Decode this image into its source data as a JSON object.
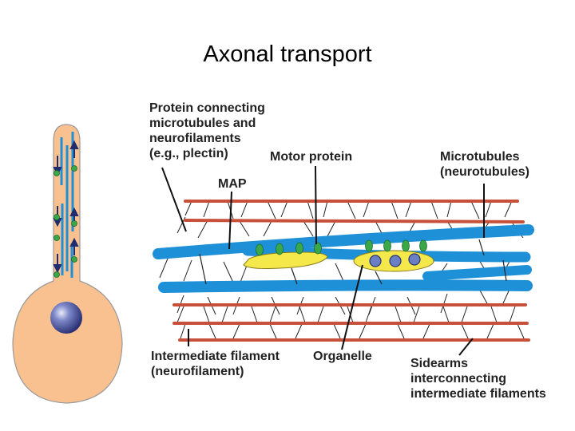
{
  "title": "Axonal transport",
  "labels": {
    "protein_connecting": "Protein connecting\nmicrotubules and\nneurofilaments\n(e.g., plectin)",
    "motor_protein": "Motor protein",
    "microtubules": "Microtubules\n(neurotubules)",
    "map": "MAP",
    "intermediate_filament": "Intermediate filament\n(neurofilament)",
    "organelle": "Organelle",
    "sidearms": "Sidearms\ninterconnecting\nintermediate filaments"
  },
  "colors": {
    "cell_body": "#f9c190",
    "microtubule": "#1e90d8",
    "neurofilament": "#c8503a",
    "motor_protein": "#3aa84a",
    "vesicle": "#f5e84a",
    "organelle_dot": "#6a7fc4",
    "nucleus": "#3a3f8c"
  }
}
